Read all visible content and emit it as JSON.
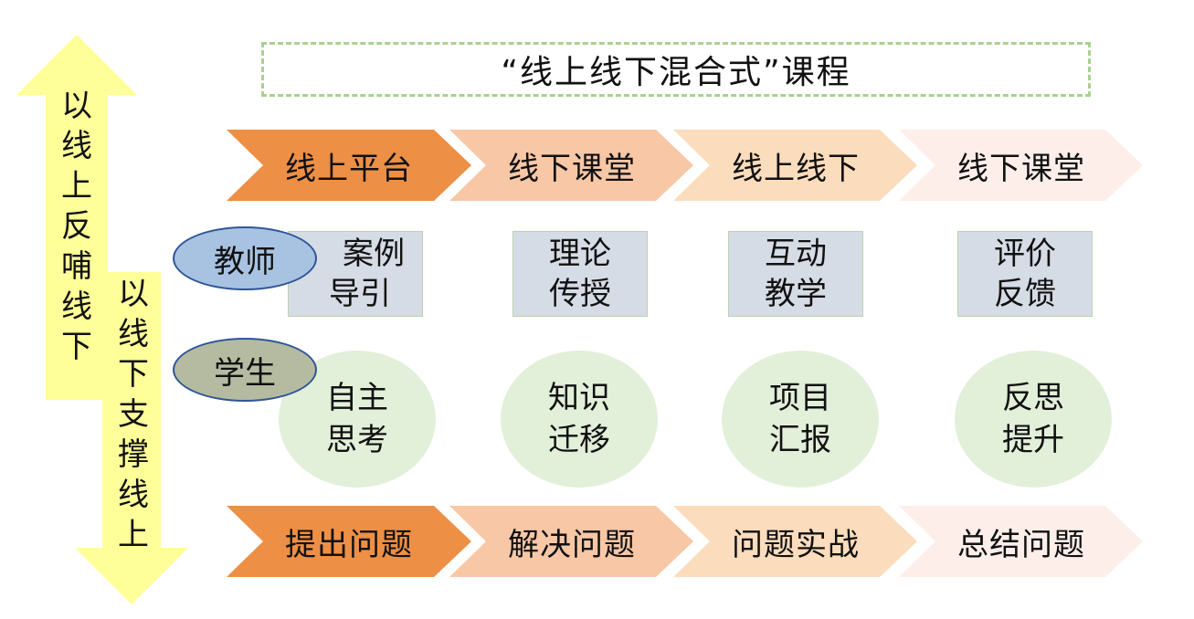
{
  "title": "“线上线下混合式”课程",
  "left_arrow_up": {
    "text": "以线上反哺线下"
  },
  "left_arrow_down": {
    "text": "以线下支撑线上"
  },
  "top_chevrons": [
    "线上平台",
    "线下课堂",
    "线上线下",
    "线下课堂"
  ],
  "bottom_chevrons": [
    "提出问题",
    "解决问题",
    "问题实战",
    "总结问题"
  ],
  "roles": {
    "teacher": "教师",
    "student": "学生"
  },
  "teacher_cards": [
    {
      "line1": "案例",
      "line2": "导引"
    },
    {
      "line1": "理论",
      "line2": "传授"
    },
    {
      "line1": "互动",
      "line2": "教学"
    },
    {
      "line1": "评价",
      "line2": "反馈"
    }
  ],
  "student_circles": [
    {
      "line1": "自主",
      "line2": "思考"
    },
    {
      "line1": "知识",
      "line2": "迁移"
    },
    {
      "line1": "项目",
      "line2": "汇报"
    },
    {
      "line1": "反思",
      "line2": "提升"
    }
  ],
  "colors": {
    "chevron1": "#ed8f45",
    "chevron2": "#f8c7a6",
    "chevron3": "#fbdcbc",
    "chevron4": "#fdeee9",
    "arrow": "#ffff99",
    "teacher_oval": "#a8c3e2",
    "student_oval": "#b4bba0",
    "card": "#d6dce5",
    "circle": "#e2efd9",
    "dashed_border": "#a9d18e"
  }
}
